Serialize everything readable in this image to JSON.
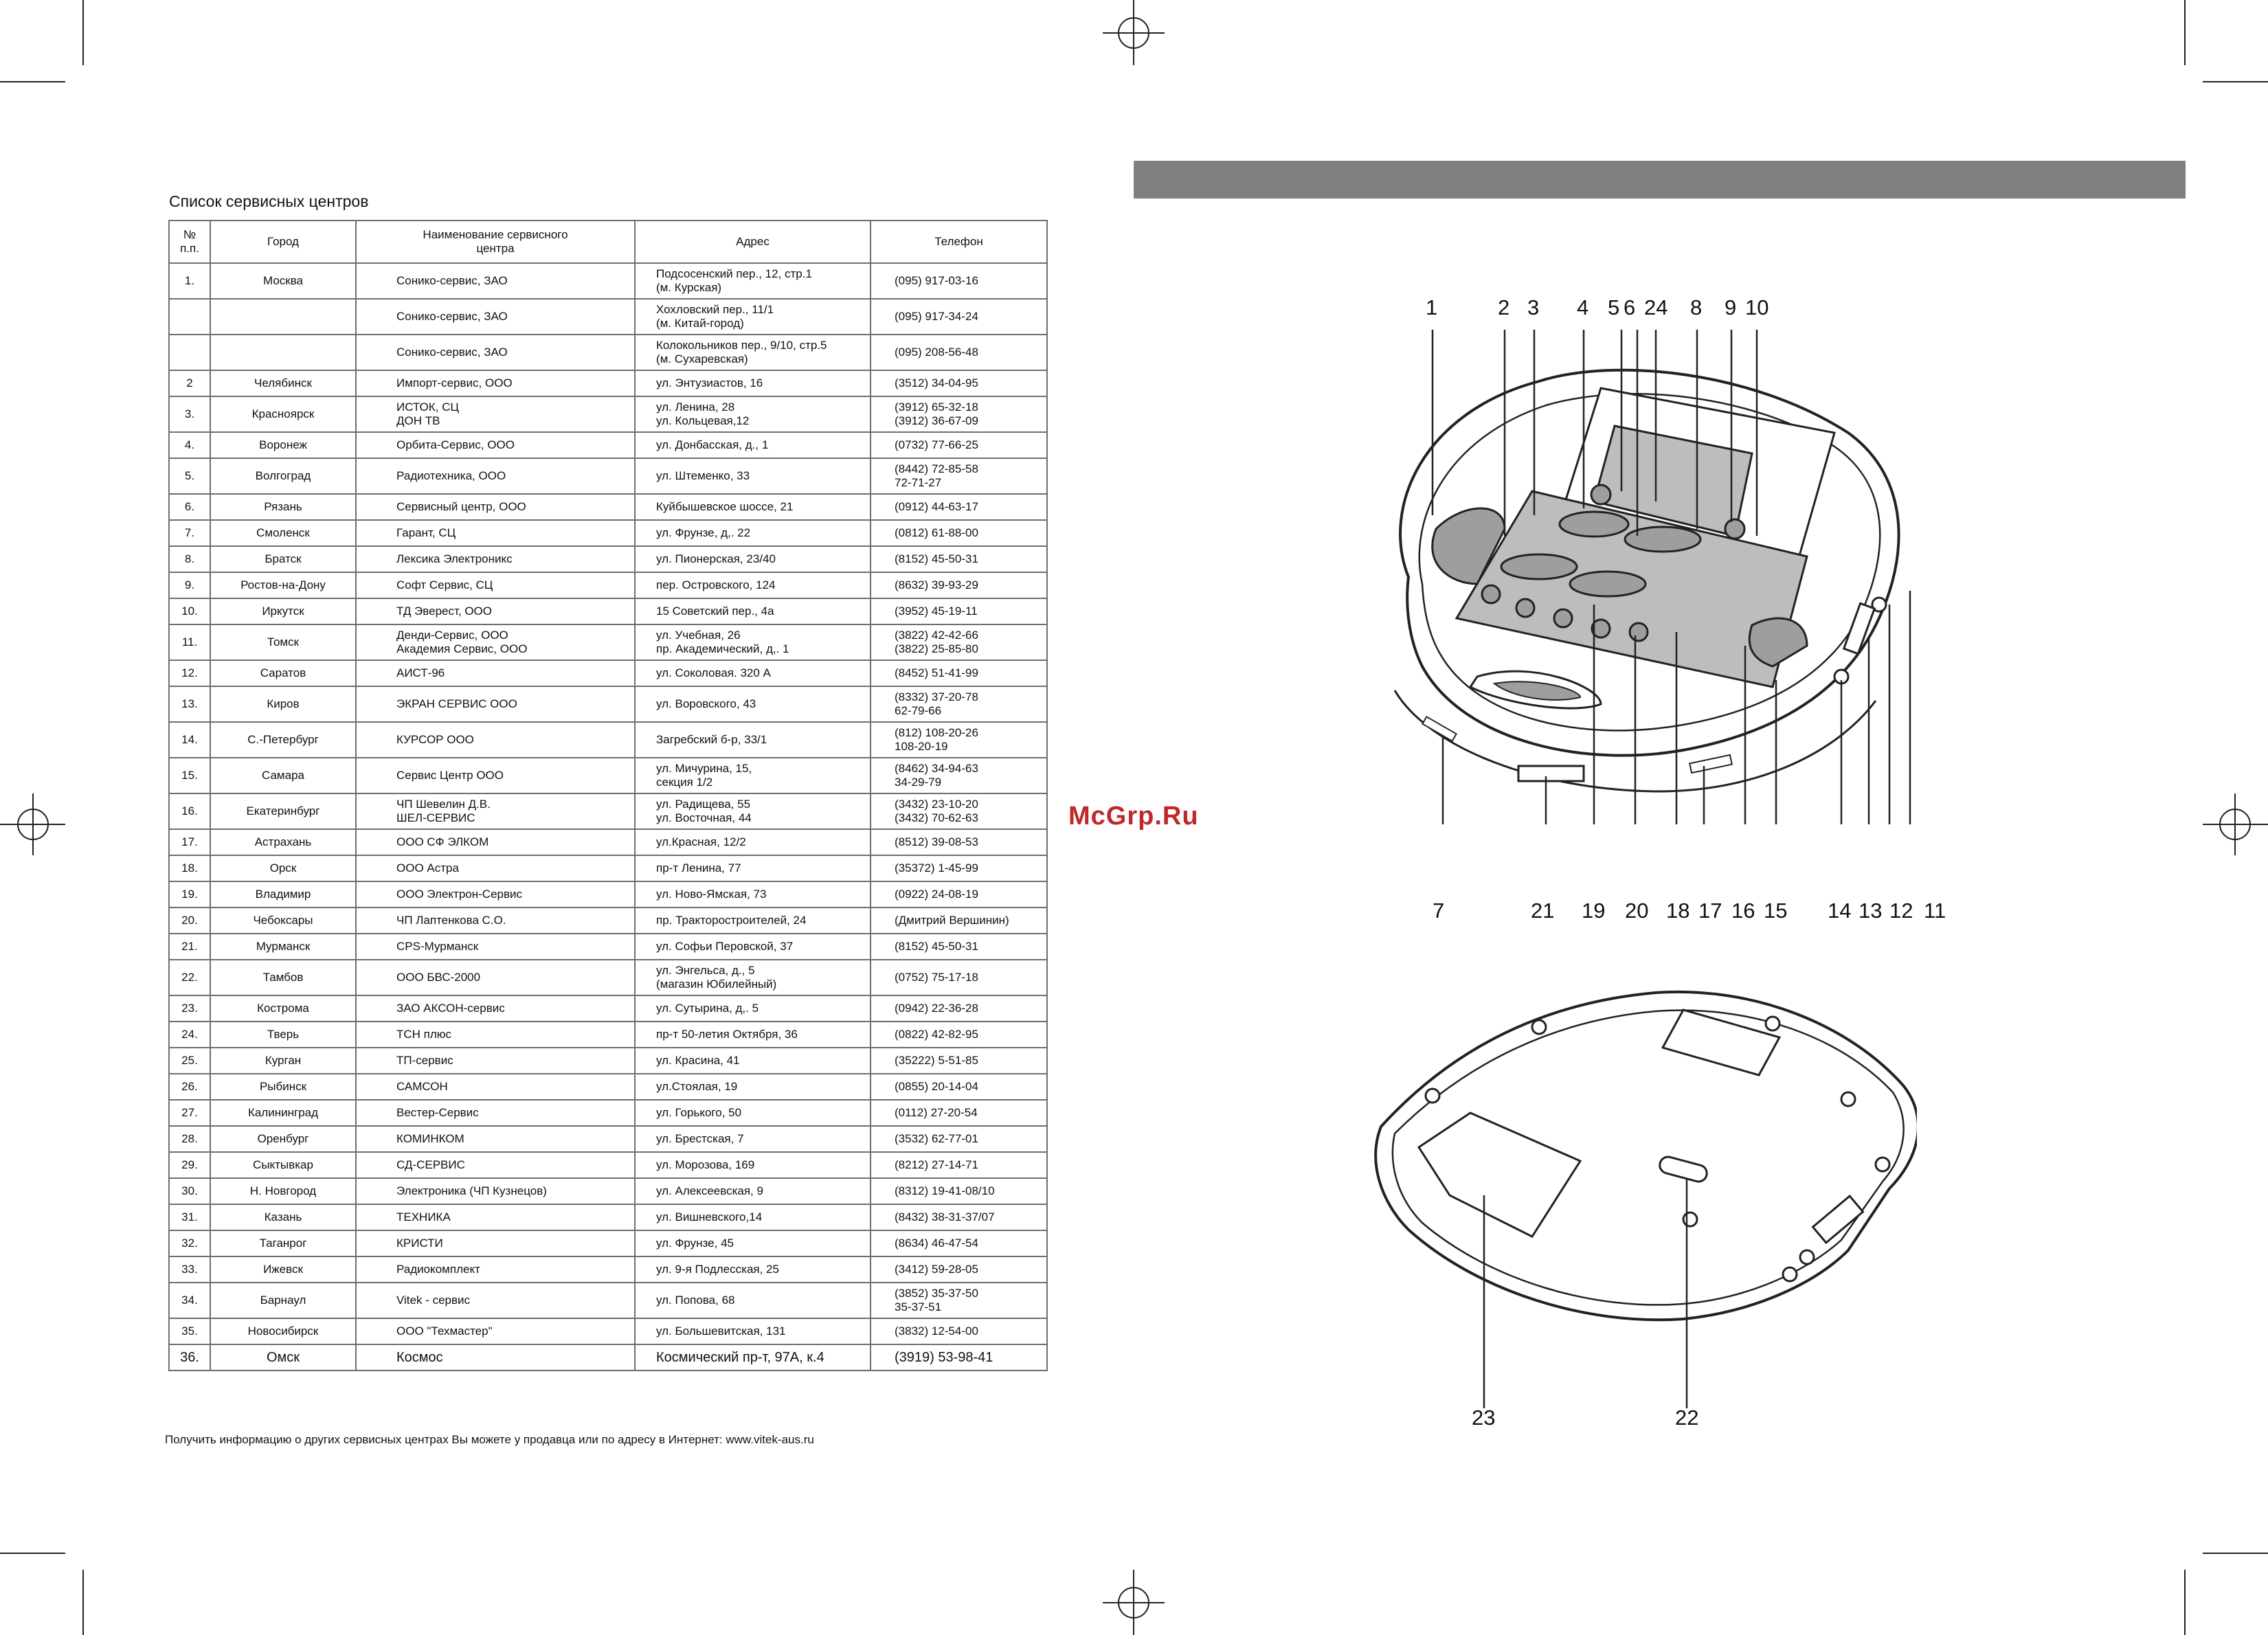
{
  "list_title": "Список сервисных центров",
  "table": {
    "headers": {
      "num": "№\nп.п.",
      "city": "Город",
      "name": "Наименование сервисного\nцентра",
      "address": "Адрес",
      "phone": "Телефон"
    },
    "rows": [
      {
        "num": "1.",
        "city": "Москва",
        "name": "Сонико-сервис, ЗАО",
        "address": "Подсосенский пер., 12, стр.1\n(м. Курская)",
        "phone": "(095) 917-03-16"
      },
      {
        "num": "",
        "city": "",
        "name": "Сонико-сервис, ЗАО",
        "address": "Хохловский пер., 11/1\n(м. Китай-город)",
        "phone": "(095) 917-34-24"
      },
      {
        "num": "",
        "city": "",
        "name": "Сонико-сервис, ЗАО",
        "address": "Колокольников пер., 9/10, стр.5\n(м. Сухаревская)",
        "phone": "(095) 208-56-48"
      },
      {
        "num": "2",
        "city": "Челябинск",
        "name": "Импорт-сервис, ООО",
        "address": "ул. Энтузиастов, 16",
        "phone": "(3512) 34-04-95"
      },
      {
        "num": "3.",
        "city": "Красноярск",
        "name": "ИСТОК, СЦ\nДОН ТВ",
        "address": "ул. Ленина, 28\nул. Кольцевая,12",
        "phone": "(3912) 65-32-18\n(3912) 36-67-09"
      },
      {
        "num": "4.",
        "city": "Воронеж",
        "name": "Орбита-Сервис, ООО",
        "address": "ул. Донбасская, д., 1",
        "phone": "(0732) 77-66-25"
      },
      {
        "num": "5.",
        "city": "Волгоград",
        "name": "Радиотехника, ООО",
        "address": "ул. Штеменко, 33",
        "phone": "(8442) 72-85-58\n72-71-27"
      },
      {
        "num": "6.",
        "city": "Рязань",
        "name": "Сервисный центр, ООО",
        "address": "Куйбышевское шоссе, 21",
        "phone": "(0912) 44-63-17"
      },
      {
        "num": "7.",
        "city": "Смоленск",
        "name": "Гарант, СЦ",
        "address": "ул. Фрунзе, д,. 22",
        "phone": "(0812) 61-88-00"
      },
      {
        "num": "8.",
        "city": "Братск",
        "name": "Лексика Электроникс",
        "address": "ул. Пионерская, 23/40",
        "phone": "(8152) 45-50-31"
      },
      {
        "num": "9.",
        "city": "Ростов-на-Дону",
        "name": "Софт Сервис, СЦ",
        "address": "пер. Островского, 124",
        "phone": "(8632) 39-93-29"
      },
      {
        "num": "10.",
        "city": "Иркутск",
        "name": "ТД Эверест, ООО",
        "address": "15 Советский пер., 4а",
        "phone": "(3952) 45-19-11"
      },
      {
        "num": "11.",
        "city": "Томск",
        "name": "Денди-Сервис, ООО\nАкадемия Сервис, ООО",
        "address": "ул. Учебная, 26\nпр. Академический, д,. 1",
        "phone": "(3822) 42-42-66\n(3822) 25-85-80"
      },
      {
        "num": "12.",
        "city": "Саратов",
        "name": "АИСТ-96",
        "address": "ул. Соколовая. 320 А",
        "phone": "(8452) 51-41-99"
      },
      {
        "num": "13.",
        "city": "Киров",
        "name": "ЭКРАН СЕРВИС ООО",
        "address": "ул. Воровского, 43",
        "phone": "(8332) 37-20-78\n62-79-66"
      },
      {
        "num": "14.",
        "city": "С.-Петербург",
        "name": "КУРСОР ООО",
        "address": "Загребский б-р, 33/1",
        "phone": "(812) 108-20-26\n108-20-19"
      },
      {
        "num": "15.",
        "city": "Самара",
        "name": "Сервис Центр ООО",
        "address": "ул. Мичурина, 15,\nсекция 1/2",
        "phone": "(8462) 34-94-63\n34-29-79"
      },
      {
        "num": "16.",
        "city": "Екатеринбург",
        "name": "ЧП Шевелин Д.В.\nШЕЛ-СЕРВИС",
        "address": "ул. Радищева, 55\nул. Восточная, 44",
        "phone": "(3432) 23-10-20\n(3432) 70-62-63"
      },
      {
        "num": "17.",
        "city": "Астрахань",
        "name": "ООО СФ ЭЛКОМ",
        "address": "ул.Красная, 12/2",
        "phone": "(8512) 39-08-53"
      },
      {
        "num": "18.",
        "city": "Орск",
        "name": "ООО Астра",
        "address": "пр-т Ленина, 77",
        "phone": "(35372) 1-45-99"
      },
      {
        "num": "19.",
        "city": "Владимир",
        "name": "ООО Электрон-Сервис",
        "address": "ул. Ново-Ямская, 73",
        "phone": "(0922) 24-08-19"
      },
      {
        "num": "20.",
        "city": "Чебоксары",
        "name": "ЧП Лаптенкова С.О.",
        "address": "пр. Тракторостроителей, 24",
        "phone": "(Дмитрий Вершинин)"
      },
      {
        "num": "21.",
        "city": "Мурманск",
        "name": "CPS-Мурманск",
        "address": "ул. Софьи Перовской, 37",
        "phone": "(8152) 45-50-31"
      },
      {
        "num": "22.",
        "city": "Тамбов",
        "name": "ООО БВС-2000",
        "address": "ул. Энгельса, д., 5\n(магазин Юбилейный)",
        "phone": "(0752) 75-17-18"
      },
      {
        "num": "23.",
        "city": "Кострома",
        "name": "ЗАО АКСОН-сервис",
        "address": "ул. Сутырина, д,. 5",
        "phone": "(0942) 22-36-28"
      },
      {
        "num": "24.",
        "city": "Тверь",
        "name": "ТСН плюс",
        "address": "пр-т 50-летия Октября, 36",
        "phone": "(0822) 42-82-95"
      },
      {
        "num": "25.",
        "city": "Курган",
        "name": "ТП-сервис",
        "address": "ул. Красина, 41",
        "phone": "(35222) 5-51-85"
      },
      {
        "num": "26.",
        "city": "Рыбинск",
        "name": "САМСОН",
        "address": "ул.Стоялая, 19",
        "phone": "(0855) 20-14-04"
      },
      {
        "num": "27.",
        "city": "Калининград",
        "name": "Вестер-Сервис",
        "address": "ул. Горького, 50",
        "phone": "(0112) 27-20-54"
      },
      {
        "num": "28.",
        "city": "Оренбург",
        "name": "КОМИНКОМ",
        "address": "ул. Брестская, 7",
        "phone": "(3532) 62-77-01"
      },
      {
        "num": "29.",
        "city": "Сыктывкар",
        "name": "СД-СЕРВИС",
        "address": "ул. Морозова, 169",
        "phone": "(8212) 27-14-71"
      },
      {
        "num": "30.",
        "city": "Н. Новгород",
        "name": "Электроника (ЧП Кузнецов)",
        "address": "ул. Алексеевская, 9",
        "phone": "(8312) 19-41-08/10"
      },
      {
        "num": "31.",
        "city": "Казань",
        "name": "ТЕХНИКА",
        "address": "ул. Вишневского,14",
        "phone": "(8432) 38-31-37/07"
      },
      {
        "num": "32.",
        "city": "Таганрог",
        "name": "КРИСТИ",
        "address": "ул. Фрунзе, 45",
        "phone": "(8634) 46-47-54"
      },
      {
        "num": "33.",
        "city": "Ижевск",
        "name": "Радиокомплект",
        "address": "ул. 9-я Подлесская, 25",
        "phone": "(3412) 59-28-05"
      },
      {
        "num": "34.",
        "city": "Барнаул",
        "name": "Vitek - сервис",
        "address": "ул. Попова, 68",
        "phone": "(3852) 35-37-50\n35-37-51"
      },
      {
        "num": "35.",
        "city": "Новосибирск",
        "name": "ООО \"Техмастер\"",
        "address": "ул. Большевитская, 131",
        "phone": "(3832) 12-54-00"
      },
      {
        "num": "36.",
        "city": "Омск",
        "name": "Космос",
        "address": "Космический пр-т, 97А, к.4",
        "phone": "(3919) 53-98-41"
      }
    ]
  },
  "footer_note": "Получить информацию о других сервисных центрах Вы можете у продавца или по адресу в Интернет: www.vitek-aus.ru",
  "watermark": "McGrp.Ru",
  "callouts": {
    "top": [
      "1",
      "2",
      "3",
      "4",
      "5",
      "6",
      "24",
      "8",
      "9",
      "10"
    ],
    "bottom": [
      "7",
      "21",
      "19",
      "20",
      "18",
      "17",
      "16",
      "15",
      "14",
      "13",
      "12",
      "11"
    ],
    "underside": [
      "23",
      "22"
    ]
  }
}
